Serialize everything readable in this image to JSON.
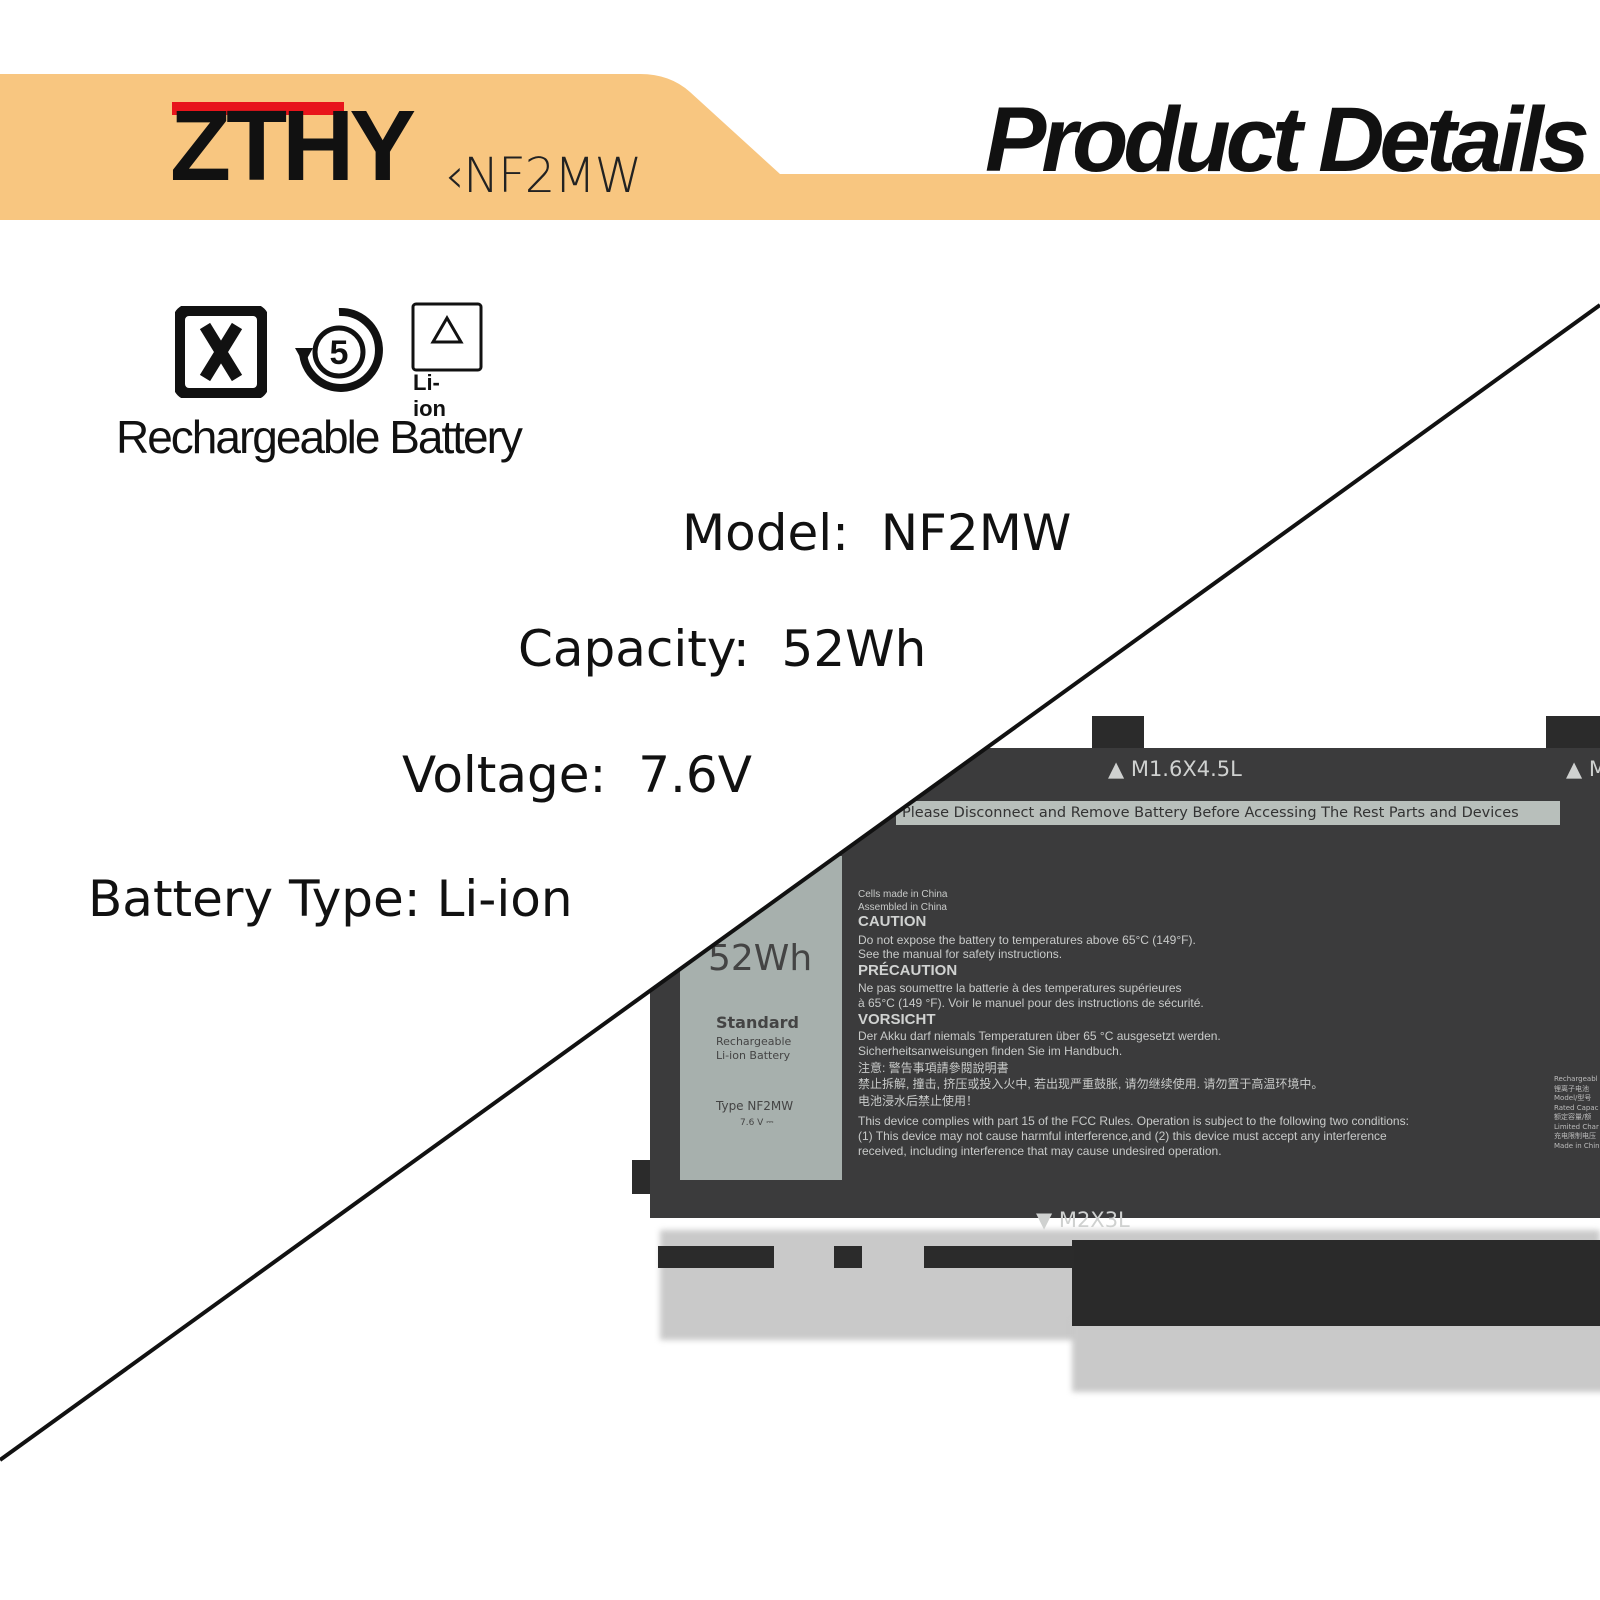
{
  "header": {
    "brand": "ZTHY",
    "model_tag": "‹NF2MW",
    "title": "Product Details",
    "colors": {
      "banner": "#f8c680",
      "brand_red": "#e8141b",
      "brand_black": "#111111"
    }
  },
  "certifications": {
    "icons": [
      "taiwan-recycle-icon",
      "china-recycle-5-icon",
      "li-ion-recycle-icon"
    ],
    "li_ion_label": "Li-ion",
    "caption": "Rechargeable Battery"
  },
  "specs": [
    {
      "label": "Model:",
      "value": "NF2MW"
    },
    {
      "label": "Capacity:",
      "value": "52Wh"
    },
    {
      "label": "Voltage:",
      "value": "7.6V"
    },
    {
      "label": "Battery Type:",
      "value": "Li-ion"
    }
  ],
  "battery_label": {
    "screw_top": "▲ M1.6X4.5L",
    "screw_top_right": "▲ M",
    "screw_bottom": "▼ M2X3L",
    "warning_strip": "Please Disconnect and Remove Battery Before Accessing The Rest Parts and Devices",
    "capacity": "52Wh",
    "standard": "Standard",
    "rechargeable": "Rechargeable",
    "li_ion_battery": "Li-ion Battery",
    "type": "Type NF2MW",
    "voltage": "7.6 V ⎓",
    "lines": [
      "Cells made in China",
      "Assembled in China",
      "CAUTION",
      "Do not expose the battery to temperatures above 65°C (149°F).",
      "See the manual for safety instructions.",
      "PRÉCAUTION",
      "Ne pas soumettre la batterie à des temperatures supérieures",
      "à 65°C (149 °F). Voir le manuel pour des instructions de sécurité.",
      "VORSICHT",
      "Der Akku darf niemals Temperaturen über 65 °C ausgesetzt werden.",
      "Sicherheitsanweisungen finden Sie im Handbuch.",
      "注意: 警告事項請參閱說明書",
      "禁止拆解, 撞击, 挤压或投入火中, 若出现严重鼓胀, 请勿继续使用. 请勿置于高温环境中。",
      "电池浸水后禁止使用！",
      "This device complies with part 15 of the FCC Rules. Operation is subject to the following two conditions:",
      "(1) This device may not cause harmful interference,and (2) this device must accept any interference",
      "received, including interference that may cause undesired operation."
    ],
    "side_lines": [
      "Rechargeabl",
      "锂离子电池",
      "Model/型号",
      "Rated Capac",
      "额定容量/额",
      "Limited Char",
      "充电限制电压",
      "Made in Chin"
    ]
  }
}
